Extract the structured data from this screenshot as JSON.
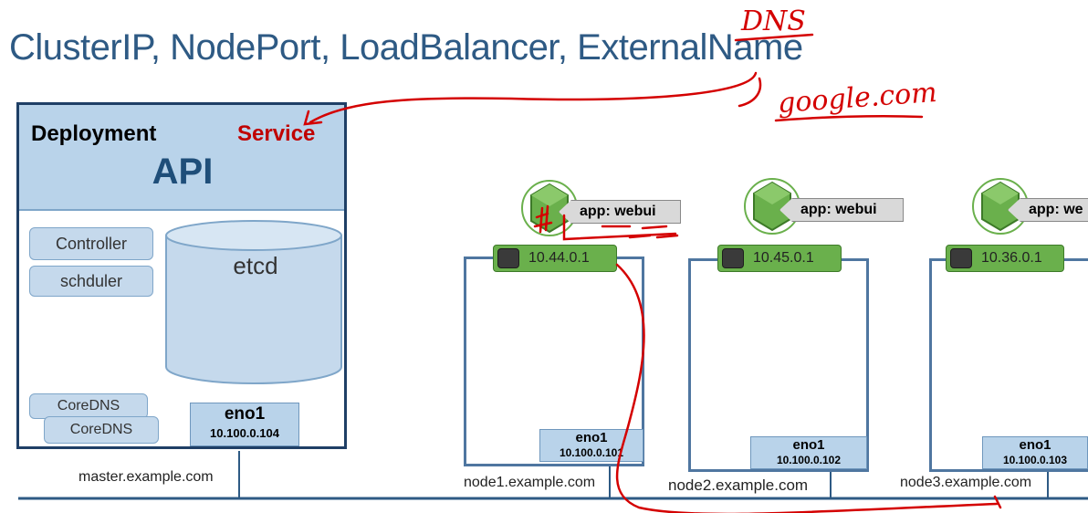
{
  "slide": {
    "title": "ClusterIP, NodePort, LoadBalancer, ExternalName",
    "annotations": {
      "dns": "DNS",
      "google": "google.com"
    }
  },
  "master": {
    "deployment_label": "Deployment",
    "service_label": "Service",
    "api_label": "API",
    "components": [
      "Controller",
      "schduler"
    ],
    "etcd_label": "etcd",
    "coredns": [
      "CoreDNS",
      "CoreDNS"
    ],
    "eno": {
      "name": "eno1",
      "ip": "10.100.0.104"
    },
    "hostname": "master.example.com"
  },
  "nodes": [
    {
      "pod_ip": "10.44.0.1",
      "tag": "app: webui",
      "eno": {
        "name": "eno1",
        "ip": "10.100.0.101"
      },
      "hostname": "node1.example.com"
    },
    {
      "pod_ip": "10.45.0.1",
      "tag": "app: webui",
      "eno": {
        "name": "eno1",
        "ip": "10.100.0.102"
      },
      "hostname": "node2.example.com"
    },
    {
      "pod_ip": "10.36.0.1",
      "tag": "app: we",
      "eno": {
        "name": "eno1",
        "ip": "10.100.0.103"
      },
      "hostname": "node3.example.com"
    }
  ],
  "colors": {
    "title": "#2e5a84",
    "service": "#c00000",
    "pod_green": "#6ab04c",
    "node_border": "#4f76a0",
    "ink_red": "#d40000"
  },
  "icons": [
    "pod-cube-icon",
    "network-port-icon"
  ]
}
